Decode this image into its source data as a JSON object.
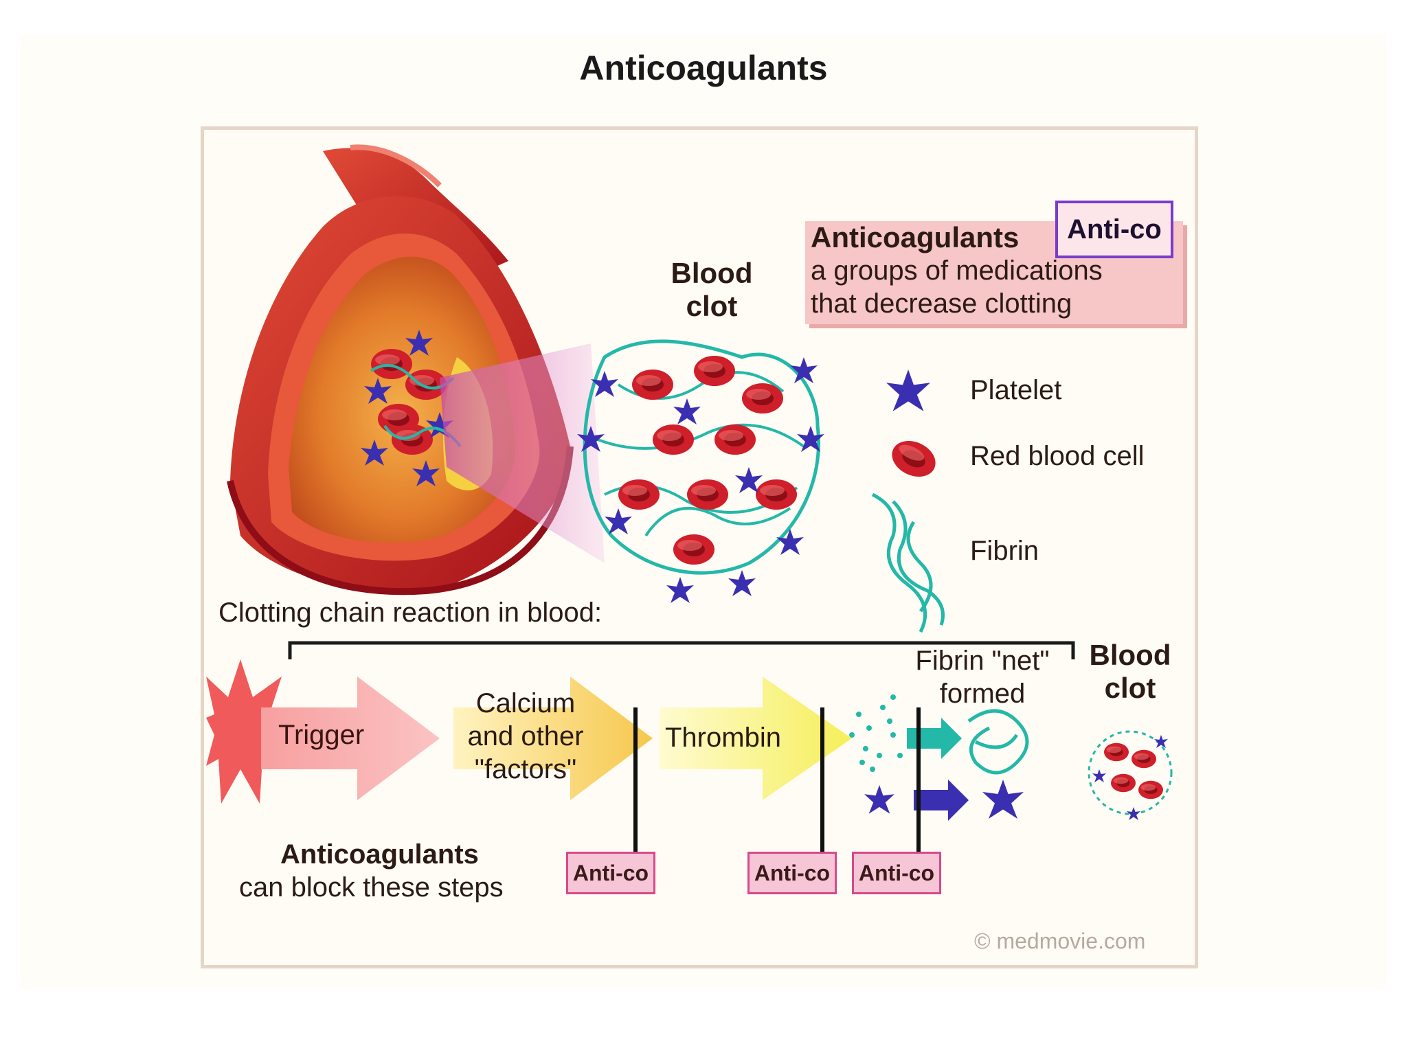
{
  "title": "Anticoagulants",
  "definition": {
    "heading": "Anticoagulants",
    "line1": "a groups of medications",
    "line2": "that decrease clotting",
    "tag": "Anti-co"
  },
  "clot_label": {
    "line1": "Blood",
    "line2": "clot"
  },
  "legend": [
    {
      "label": "Platelet",
      "icon": "platelet-icon"
    },
    {
      "label": "Red blood cell",
      "icon": "red-blood-cell-icon"
    },
    {
      "label": "Fibrin",
      "icon": "fibrin-icon"
    }
  ],
  "chain": {
    "heading": "Clotting chain reaction in blood:",
    "trigger": "Trigger",
    "calcium": [
      "Calcium",
      "and other",
      "\"factors\""
    ],
    "thrombin": "Thrombin",
    "fibrin_net": [
      "Fibrin \"net\"",
      "formed"
    ],
    "result": [
      "Blood",
      "clot"
    ]
  },
  "block_note": {
    "heading": "Anticoagulants",
    "line2": "can block these steps"
  },
  "block_tags": [
    "Anti-co",
    "Anti-co",
    "Anti-co"
  ],
  "credit": "© medmovie.com",
  "colors": {
    "vessel": "#c8281e",
    "vessel_inner": "#e8842c",
    "platelet": "#3a2fb0",
    "rbc": "#d0202a",
    "fibrin": "#23b8a8",
    "trigger": "#f36a6a",
    "calcium_arrow": "#f7c84a",
    "thrombin_arrow": "#f7ef60",
    "def_box": "#f7c6c6"
  }
}
